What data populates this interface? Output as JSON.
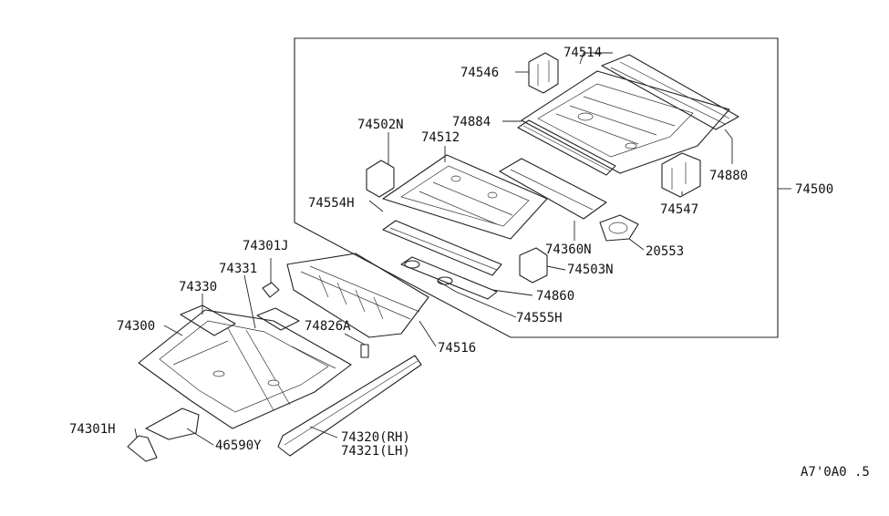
{
  "labels": {
    "p74514": "74514",
    "p74546": "74546",
    "p74884": "74884",
    "p74502N": "74502N",
    "p74512": "74512",
    "p74880": "74880",
    "p74500": "74500",
    "p74554H": "74554H",
    "p74547": "74547",
    "p74301J": "74301J",
    "p74360N": "74360N",
    "p20553": "20553",
    "p74331": "74331",
    "p74503N": "74503N",
    "p74330": "74330",
    "p74860": "74860",
    "p74826A": "74826A",
    "p74555H": "74555H",
    "p74300": "74300",
    "p74516": "74516",
    "p74320": "74320(RH)",
    "p74321": "74321(LH)",
    "p74301H": "74301H",
    "p46590Y": "46590Y",
    "ref": "A7'0A0 .5"
  }
}
